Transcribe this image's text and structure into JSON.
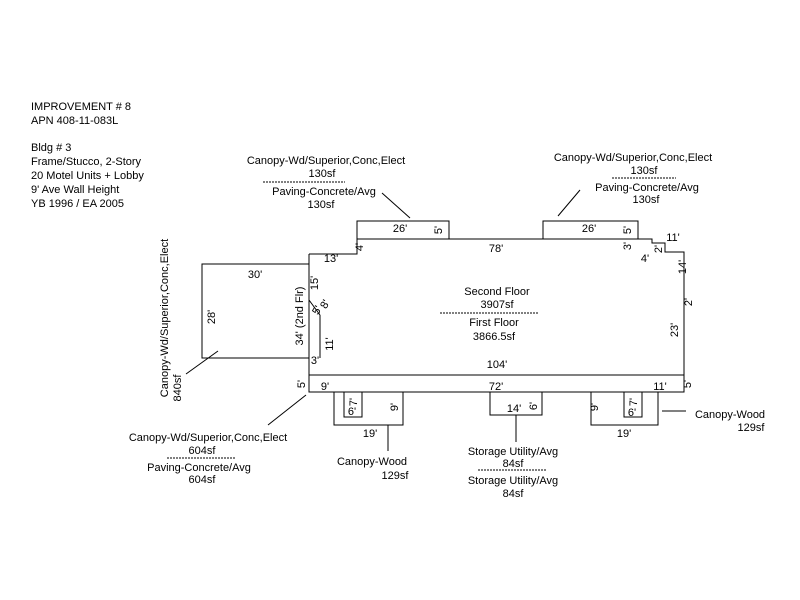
{
  "info": {
    "improvement": "IMPROVEMENT # 8",
    "apn": "APN 408-11-083L",
    "bldg": "Bldg # 3",
    "construction": "Frame/Stucco, 2-Story",
    "units": "20 Motel Units + Lobby",
    "wall_height": "9' Ave Wall Height",
    "year": "YB 1996 / EA 2005"
  },
  "labels": {
    "top_left_canopy_name": "Canopy-Wd/Superior,Conc,Elect",
    "top_left_canopy_area": "130sf",
    "top_left_paving_name": "Paving-Concrete/Avg",
    "top_left_paving_area": "130sf",
    "top_right_canopy_name": "Canopy-Wd/Superior,Conc,Elect",
    "top_right_canopy_area": "130sf",
    "top_right_paving_name": "Paving-Concrete/Avg",
    "top_right_paving_area": "130sf",
    "left_canopy_name": "Canopy-Wd/Superior,Conc,Elect",
    "left_canopy_area": "840sf",
    "bottom_left_canopy_name": "Canopy-Wd/Superior,Conc,Elect",
    "bottom_left_canopy_area": "604sf",
    "bottom_left_paving_name": "Paving-Concrete/Avg",
    "bottom_left_paving_area": "604sf",
    "canopy_wood_left_name": "Canopy-Wood",
    "canopy_wood_left_area": "129sf",
    "storage1_name": "Storage Utility/Avg",
    "storage1_area": "84sf",
    "storage2_name": "Storage Utility/Avg",
    "storage2_area": "84sf",
    "canopy_wood_right_name": "Canopy-Wood",
    "canopy_wood_right_area": "129sf",
    "second_floor_name": "Second Floor",
    "second_floor_area": "3907sf",
    "first_floor_name": "First Floor",
    "first_floor_area": "3866.5sf"
  },
  "dims": {
    "d26a": "26'",
    "d5a": "5'",
    "d4a": "4'",
    "d78": "78'",
    "d26b": "26'",
    "d5b": "5'",
    "d3a": "3'",
    "d4b": "4'",
    "d2a": "2'",
    "d11a": "11'",
    "d14a": "14'",
    "d2b": "2'",
    "d23": "23'",
    "d13": "13'",
    "d15": "15'",
    "d5c": "5'",
    "d8": "8'",
    "d11b": "11'",
    "d34": "34' (2nd Flr)",
    "d3b": "3'",
    "d30": "30'",
    "d28": "28'",
    "d104": "104'",
    "d5d": "5'",
    "d9a": "9'",
    "d72": "72'",
    "d11c": "11'",
    "d5e": "5'",
    "d7a": "7'",
    "d6a": "6'",
    "d9b": "9'",
    "d19a": "19'",
    "d14b": "14'",
    "d6b": "6'",
    "d9c": "9'",
    "d7b": "7'",
    "d6c": "6'",
    "d19b": "19'"
  }
}
